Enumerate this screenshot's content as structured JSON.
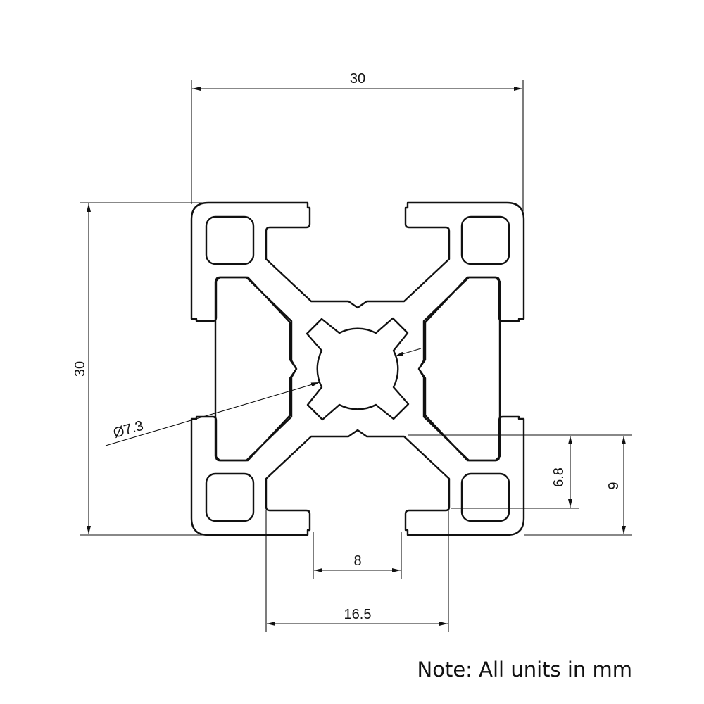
{
  "drawing": {
    "dimensions": {
      "width": "30",
      "height": "30",
      "center_bore": "Ø7.3",
      "slot_depth_inner": "6.8",
      "slot_depth_outer": "9",
      "slot_opening": "8",
      "slot_width": "16.5"
    },
    "note": "Note: All units in mm",
    "line_color": "#111111"
  }
}
